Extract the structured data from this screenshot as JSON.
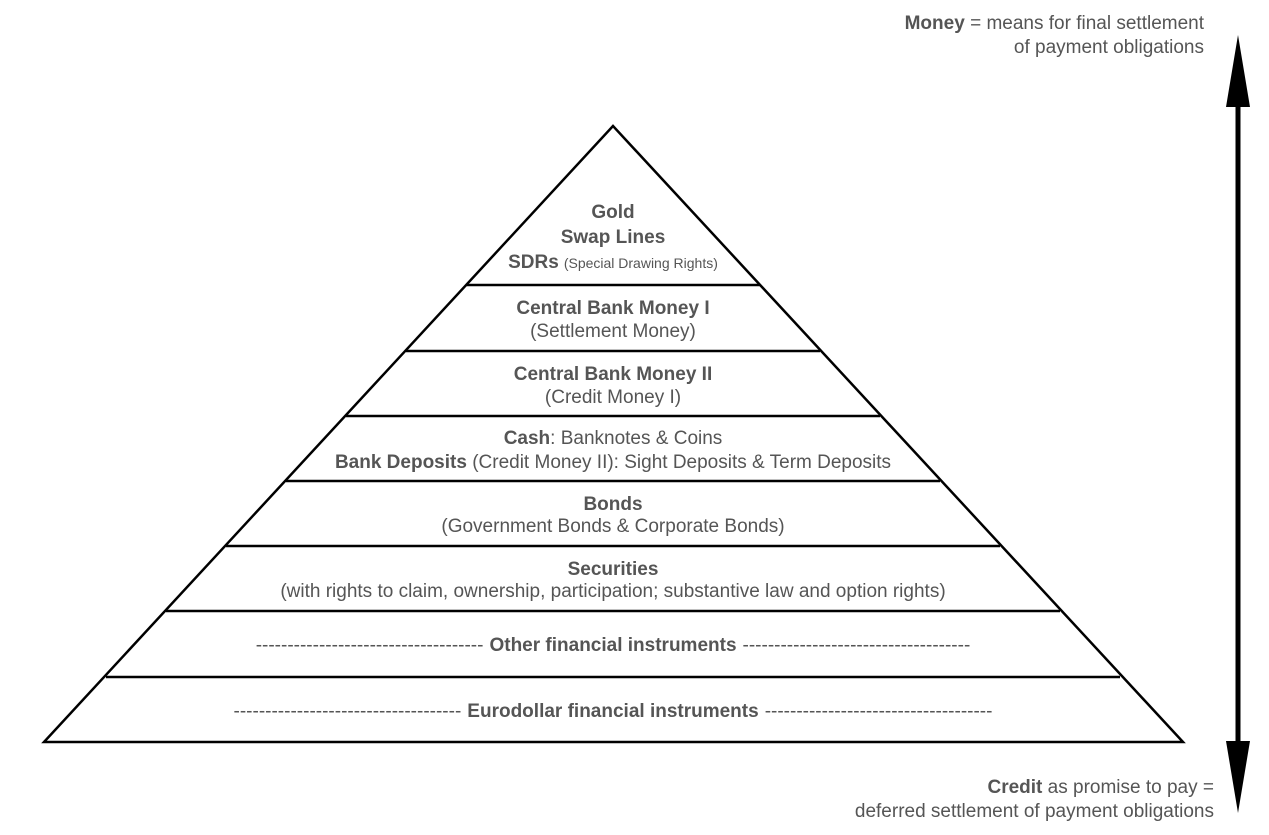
{
  "colors": {
    "line": "#000000",
    "text": "#555555",
    "background": "#ffffff"
  },
  "top_caption": {
    "bold": "Money",
    "rest_line1": " = means for final settlement",
    "line2": "of payment obligations"
  },
  "bottom_caption": {
    "bold": "Credit",
    "rest_line1": " as promise to pay =",
    "line2": "deferred settlement of payment obligations"
  },
  "arrow_icon": "double-headed-vertical-arrow",
  "layers": [
    {
      "id": "reserve-assets",
      "line1": "Gold",
      "line2": "Swap Lines",
      "line3_bold": "SDRs",
      "line3_small": "(Special Drawing Rights)"
    },
    {
      "id": "central-bank-money-1",
      "title": "Central Bank Money I",
      "subtitle": "(Settlement Money)"
    },
    {
      "id": "central-bank-money-2",
      "title": "Central Bank Money II",
      "subtitle": "(Credit Money I)"
    },
    {
      "id": "cash-deposits",
      "cash_bold": "Cash",
      "cash_rest": ": Banknotes & Coins",
      "deposits_bold": "Bank Deposits",
      "deposits_rest": " (Credit Money II): Sight Deposits & Term Deposits"
    },
    {
      "id": "bonds",
      "title": "Bonds",
      "subtitle": "(Government Bonds & Corporate Bonds)"
    },
    {
      "id": "securities",
      "title": "Securities",
      "subtitle": "(with rights to claim, ownership, participation; substantive law and option rights)"
    },
    {
      "id": "other-instruments",
      "dashes_left": "------------------------------------",
      "title": "Other financial instruments",
      "dashes_right": "------------------------------------"
    },
    {
      "id": "eurodollar-instruments",
      "dashes_left": "------------------------------------",
      "title": "Eurodollar financial instruments",
      "dashes_right": "------------------------------------"
    }
  ]
}
